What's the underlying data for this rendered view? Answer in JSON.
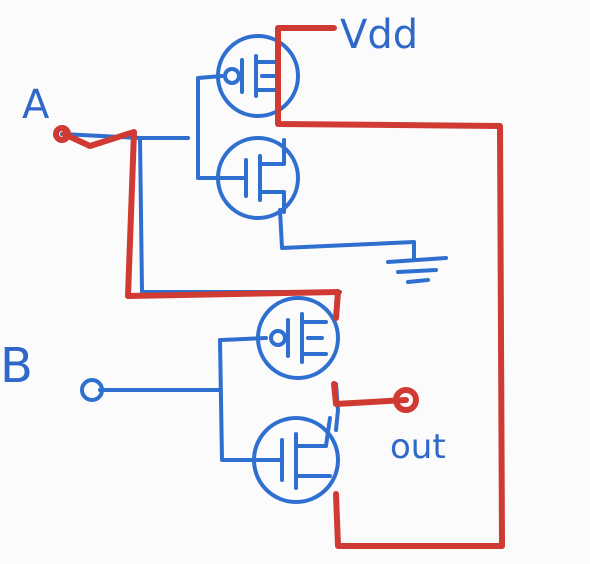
{
  "labels": {
    "vdd": "Vdd",
    "input_a": "A",
    "input_b": "B",
    "output": "out"
  },
  "colors": {
    "background": "#fbfbfb",
    "schematic_wire": "#2f6fd0",
    "highlighted_path": "#cf3a33"
  },
  "components": {
    "transistors": [
      "pmos",
      "nmos",
      "pmos",
      "nmos"
    ],
    "ground_symbol": "ground-icon"
  }
}
